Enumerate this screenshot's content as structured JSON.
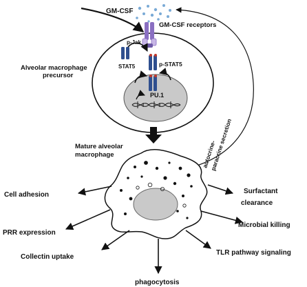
{
  "labels": {
    "gmcsf": "GM-CSF",
    "receptors": "GM-CSF receptors",
    "pjak": "p-Jak",
    "stat5": "STAT5",
    "pstat5": "p-STAT5",
    "pu1": "PU.1",
    "precursor_line1": "Alveolar macrophage",
    "precursor_line2": "precursor",
    "secretion_line1": "autocrine-",
    "secretion_line2": "paracrine secretion",
    "mature_line1": "Mature alveolar",
    "mature_line2": "macrophage"
  },
  "functions": {
    "cell_adhesion": "Cell adhesion",
    "prr_expression": "PRR expression",
    "collectin_uptake": "Collectin uptake",
    "phagocytosis": "phagocytosis",
    "tlr_signaling": "TLR pathway signaling",
    "microbial_killing": "Microbial killing",
    "surfactant_line1": "Surfactant",
    "surfactant_line2": "clearance"
  },
  "colors": {
    "receptor_purple": "#8a6fc2",
    "receptor_light": "#c8b7e6",
    "stat_blue": "#2f4f8f",
    "stat_red": "#c0392b",
    "nucleus_gray": "#c9c9c9",
    "dots_blue": "#7aaad6",
    "line": "#111111"
  }
}
